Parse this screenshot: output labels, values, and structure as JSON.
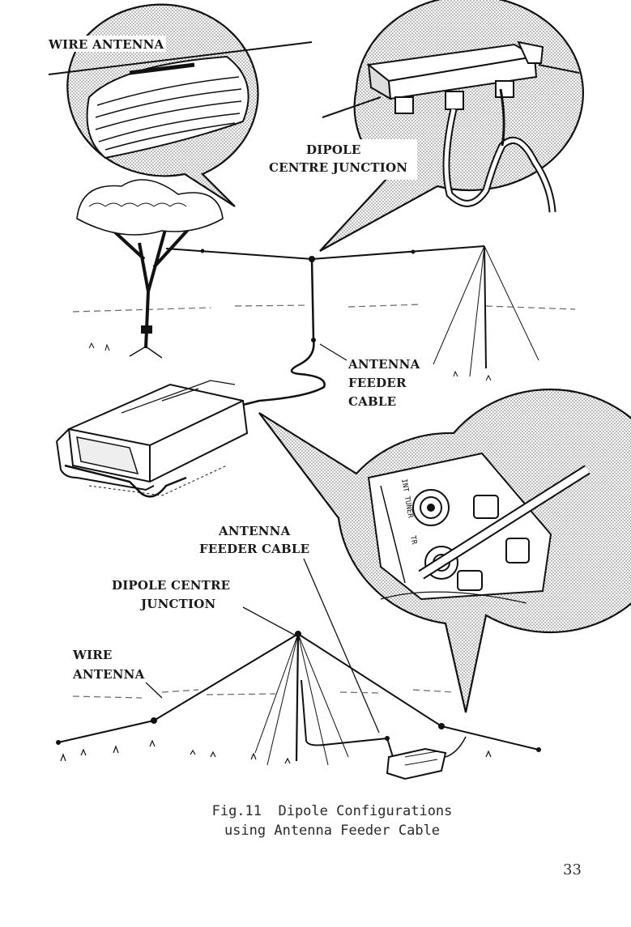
{
  "labels": {
    "wire_antenna_top": "WIRE ANTENNA",
    "dipole_centre_junction_top_1": "DIPOLE",
    "dipole_centre_junction_top_2": "CENTRE JUNCTION",
    "antenna_feeder_cable_top_1": "ANTENNA",
    "antenna_feeder_cable_top_2": "FEEDER",
    "antenna_feeder_cable_top_3": "CABLE",
    "antenna_feeder_cable_mid_1": "ANTENNA",
    "antenna_feeder_cable_mid_2": "FEEDER CABLE",
    "dipole_centre_junction_bottom_1": "DIPOLE CENTRE",
    "dipole_centre_junction_bottom_2": "JUNCTION",
    "wire_antenna_bottom_1": "WIRE",
    "wire_antenna_bottom_2": "ANTENNA",
    "panel_text_1": "INT TUNER",
    "panel_text_2": "TR"
  },
  "caption": {
    "line1": "Fig.11  Dipole Configurations",
    "line2": "using Antenna Feeder Cable"
  },
  "page_number": "33"
}
